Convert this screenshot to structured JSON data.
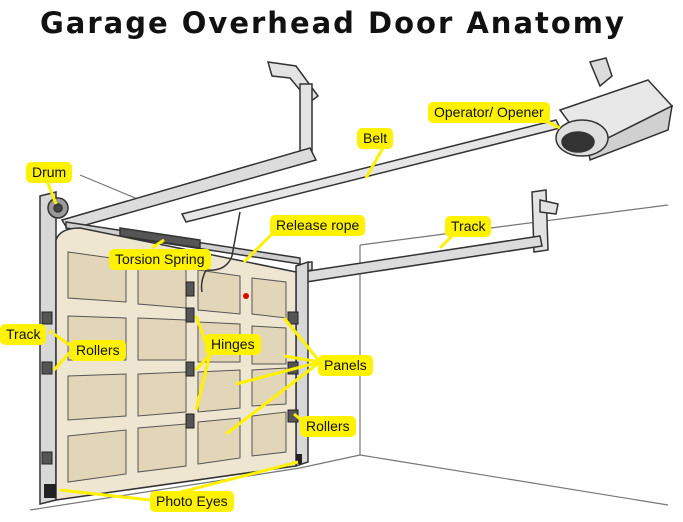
{
  "title": "Garage Overhead Door Anatomy",
  "labels": {
    "operator": "Operator/ Opener",
    "belt": "Belt",
    "drum": "Drum",
    "release_rope": "Release rope",
    "track_right": "Track",
    "torsion_spring": "Torsion Spring",
    "track_left": "Track",
    "rollers_left": "Rollers",
    "hinges": "Hinges",
    "panels": "Panels",
    "rollers_right": "Rollers",
    "photo_eyes": "Photo Eyes"
  },
  "colors": {
    "label_bg": "#fff200",
    "door_panel": "#efe6d2",
    "panel_inset": "#e4d8bd",
    "track": "#d9d9d9",
    "outline": "#333333",
    "room_line": "#777777"
  }
}
